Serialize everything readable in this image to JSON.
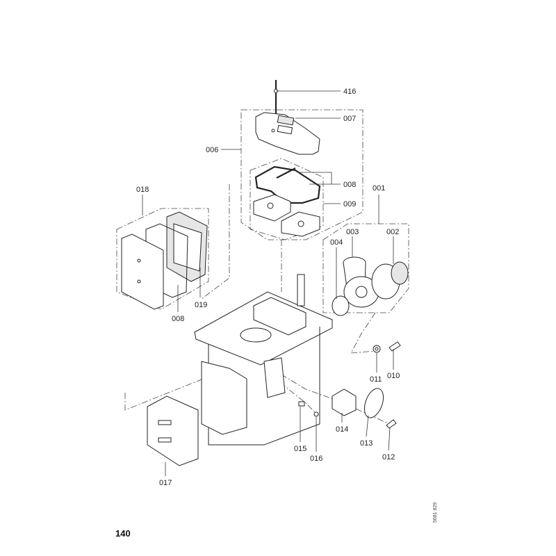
{
  "page_number": "140",
  "drawing_code": "5681 829",
  "part_labels": {
    "p416": "416",
    "p007": "007",
    "p006": "006",
    "p008a": "008",
    "p009": "009",
    "p001": "001",
    "p018": "018",
    "p003": "003",
    "p002": "002",
    "p004": "004",
    "p019": "019",
    "p008b": "008",
    "p011": "011",
    "p010": "010",
    "p014": "014",
    "p013": "013",
    "p012": "012",
    "p015": "015",
    "p016": "016",
    "p017": "017"
  }
}
